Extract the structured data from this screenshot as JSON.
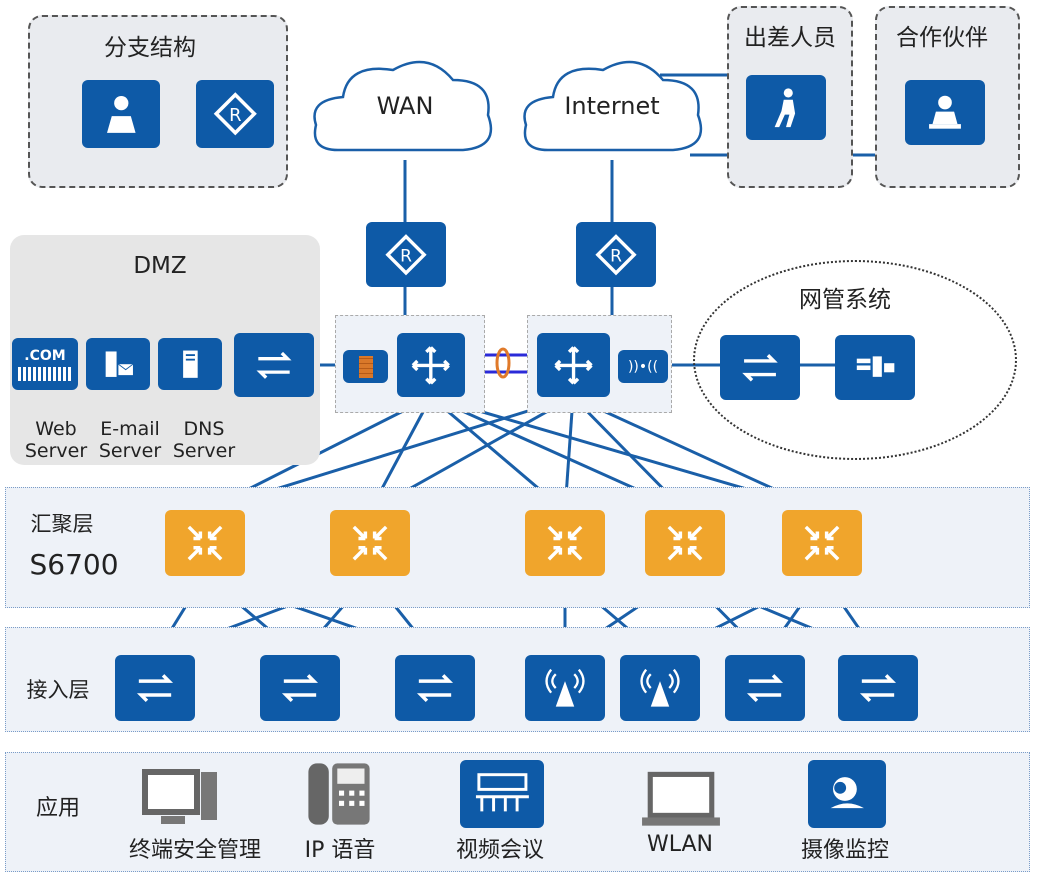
{
  "groups": {
    "branch": "分支结构",
    "travel": "出差人员",
    "partner": "合作伙伴",
    "dmz": "DMZ",
    "nms": "网管系统"
  },
  "clouds": {
    "wan": "WAN",
    "internet": "Internet"
  },
  "dmz_servers": [
    {
      "line1": "Web",
      "line2": "Server",
      "icon_text": ".COM"
    },
    {
      "line1": "E-mail",
      "line2": "Server"
    },
    {
      "line1": "DNS",
      "line2": "Server"
    }
  ],
  "layers": {
    "aggregation": "汇聚层",
    "aggregation_model": "S6700",
    "access": "接入层",
    "application": "应用"
  },
  "applications": [
    {
      "label": "终端安全管理",
      "icon": "desktop-pc-icon"
    },
    {
      "label": "IP 语音",
      "icon": "ip-phone-icon"
    },
    {
      "label": "视频会议",
      "icon": "video-conference-icon"
    },
    {
      "label": "WLAN",
      "icon": "laptop-icon"
    },
    {
      "label": "摄像监控",
      "icon": "camera-icon"
    }
  ],
  "colors": {
    "device_blue": "#0e5aa7",
    "aggregation_orange": "#f0a52c",
    "link_blue": "#1a5fa8",
    "stack_link": "#2a2ad8",
    "stack_ring": "#e07a2a"
  }
}
